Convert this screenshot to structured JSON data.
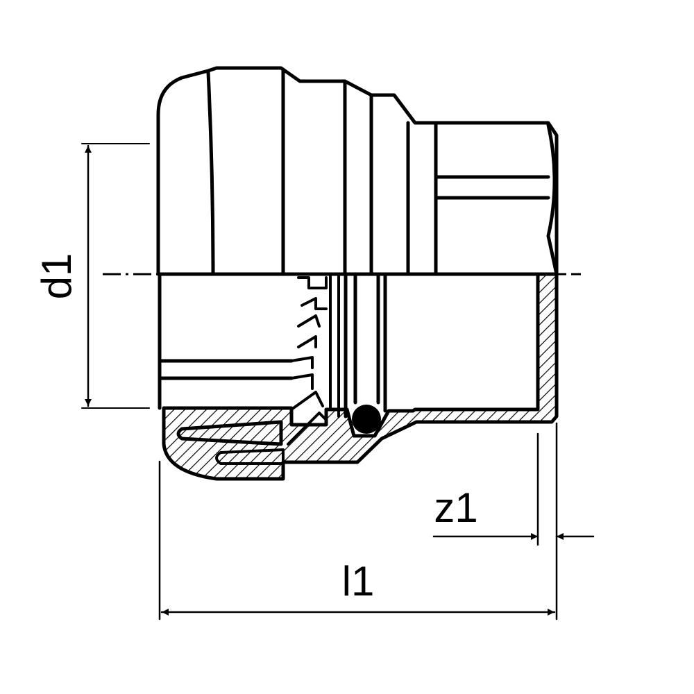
{
  "dimensions": {
    "d1": "d1",
    "z1": "z1",
    "l1": "l1"
  }
}
